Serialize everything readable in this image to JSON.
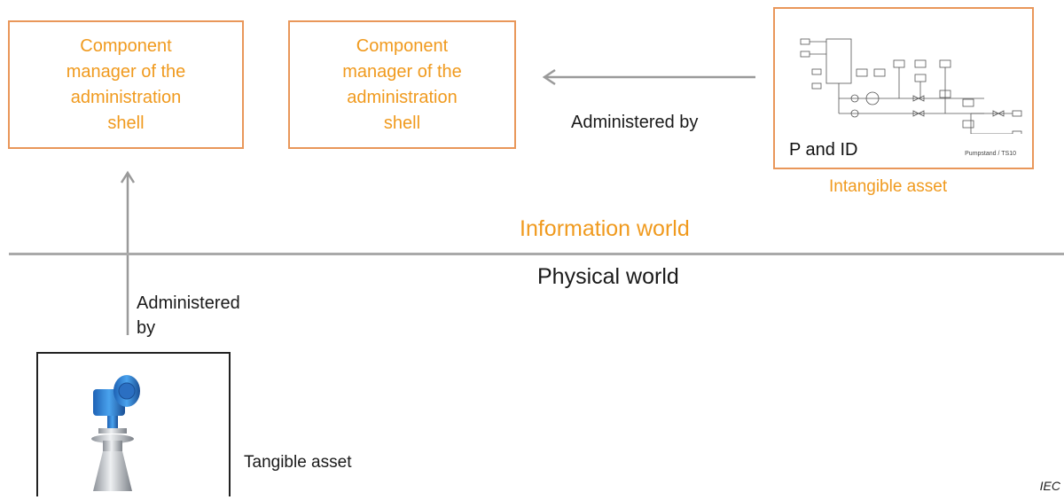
{
  "component_manager_1": {
    "label": "Component\nmanager of the\nadministration\nshell"
  },
  "component_manager_2": {
    "label": "Component\nmanager of the\nadministration\nshell"
  },
  "pid_box": {
    "label": "P and ID",
    "caption": "Intangible asset",
    "small_text": "Pumpstand / TS10"
  },
  "arrow_label_top": "Administered by",
  "arrow_label_left": "Administered\nby",
  "information_world": "Information world",
  "physical_world": "Physical world",
  "tangible_asset": "Tangible asset",
  "iec_mark": "IEC",
  "colors": {
    "orange_text": "#f09a1e",
    "orange_border": "#e9975a",
    "arrow_gray": "#9a9a9a",
    "divider_gray": "#a9a9a9"
  }
}
